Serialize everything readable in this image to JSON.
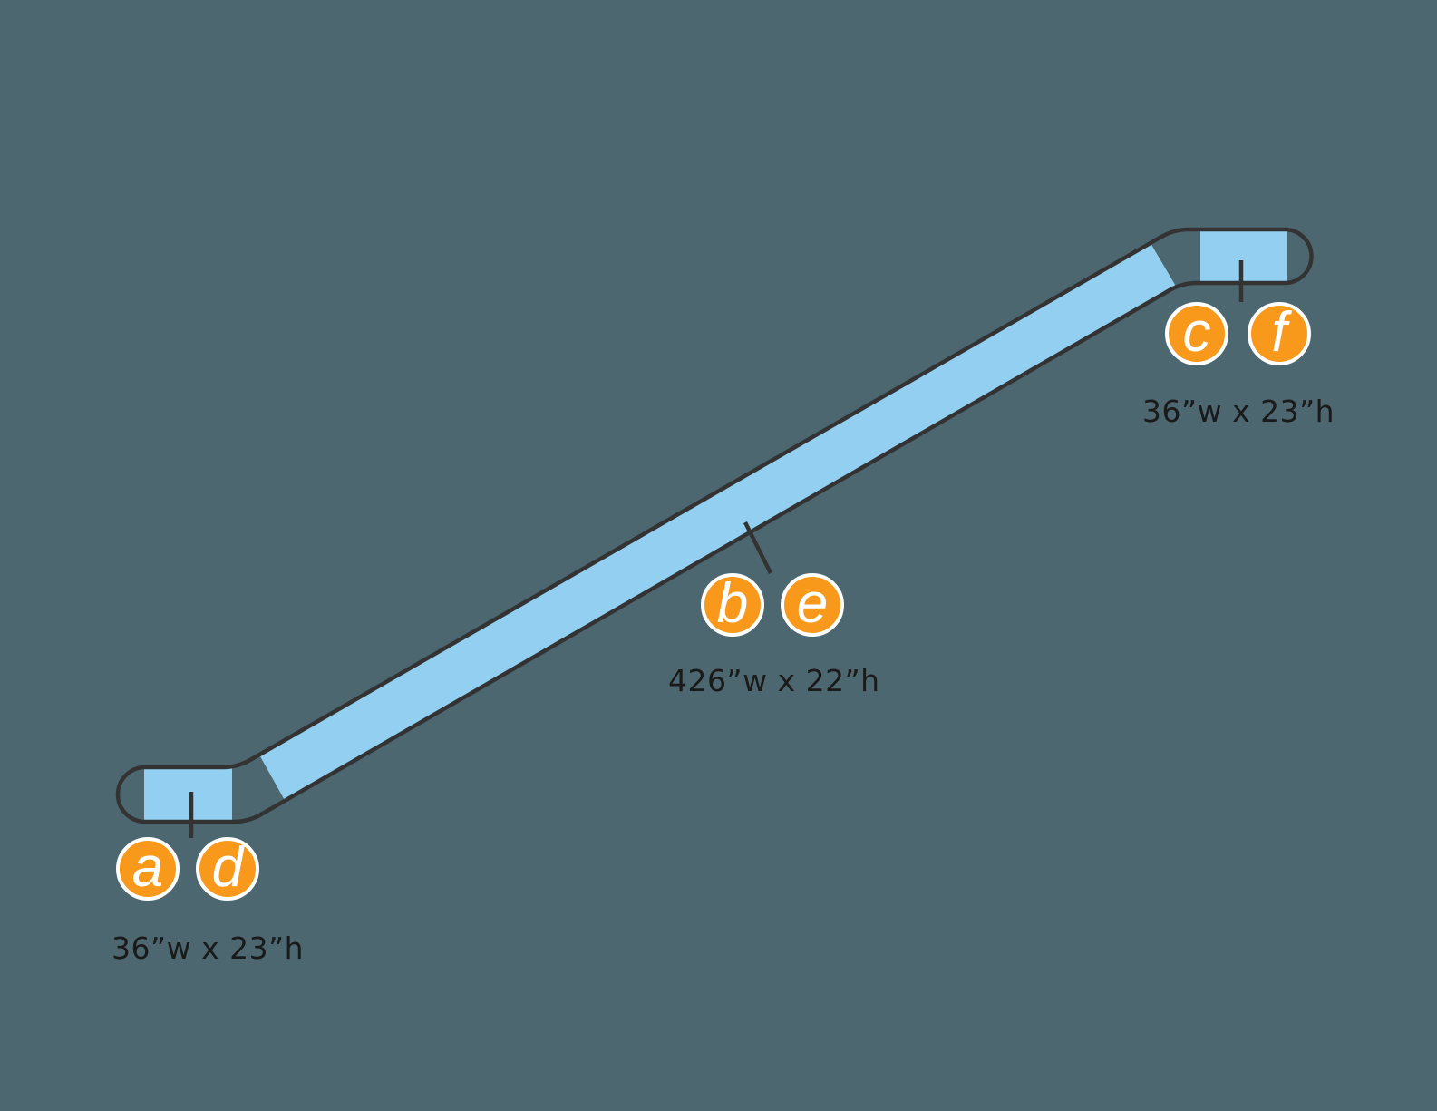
{
  "colors": {
    "background": "#4D6770",
    "panel_blue": "#92CFF0",
    "outline": "#333333",
    "badge_orange": "#F8991C",
    "badge_text": "#FFFFFF",
    "dimension_text": "#1A1A1A"
  },
  "sections": [
    {
      "badges": [
        "a",
        "d"
      ],
      "dimension": "36”w x 23”h"
    },
    {
      "badges": [
        "b",
        "e"
      ],
      "dimension": "426”w x 22”h"
    },
    {
      "badges": [
        "c",
        "f"
      ],
      "dimension": "36”w x 23”h"
    }
  ]
}
